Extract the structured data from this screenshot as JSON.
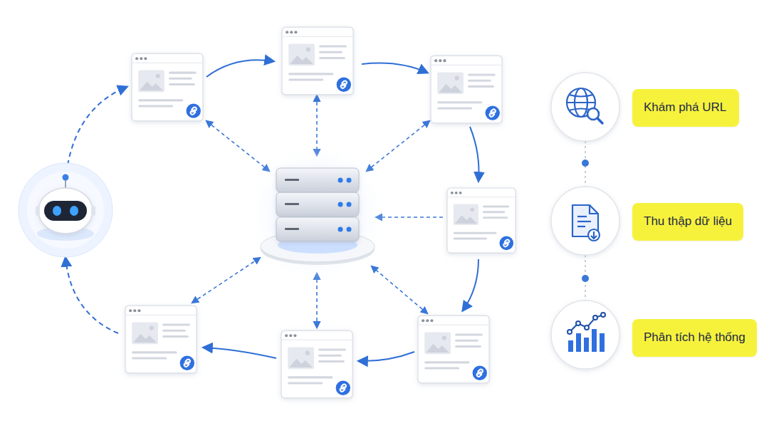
{
  "diagram": {
    "nodes": [
      {
        "text": [
          "Khám phá URL"
        ]
      },
      {
        "text": [
          "Thu thập dữ liệu"
        ]
      },
      {
        "text": [
          "Phân tích hệ thống"
        ]
      }
    ]
  }
}
